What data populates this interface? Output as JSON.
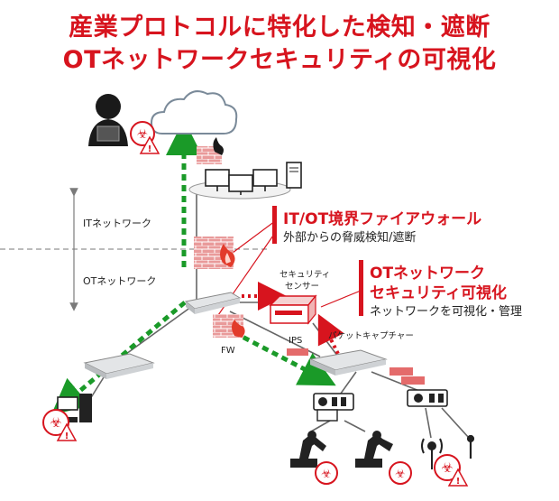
{
  "title": {
    "line1": "産業プロトコルに特化した検知・遮断",
    "line2": "OTネットワークセキュリティの可視化"
  },
  "zones": {
    "it": "ITネットワーク",
    "ot": "OTネットワーク"
  },
  "callouts": {
    "firewall": {
      "heading": "IT/OT境界ファイアウォール",
      "detail": "外部からの脅威検知/遮断"
    },
    "sensor": {
      "heading1": "OTネットワーク",
      "heading2": "セキュリティ可視化",
      "detail": "ネットワークを可視化・管理"
    }
  },
  "labels": {
    "sensor1": "セキュリティ",
    "sensor2": "センサー",
    "packet_capture": "パケットキャプチャー",
    "ips": "IPS",
    "fw": "FW"
  },
  "colors": {
    "accent": "#d7141e",
    "attack_path": "#1a9a28",
    "switch": "#c9cccf",
    "brick": "#e8a0a0",
    "flame": "#e23b2b"
  }
}
